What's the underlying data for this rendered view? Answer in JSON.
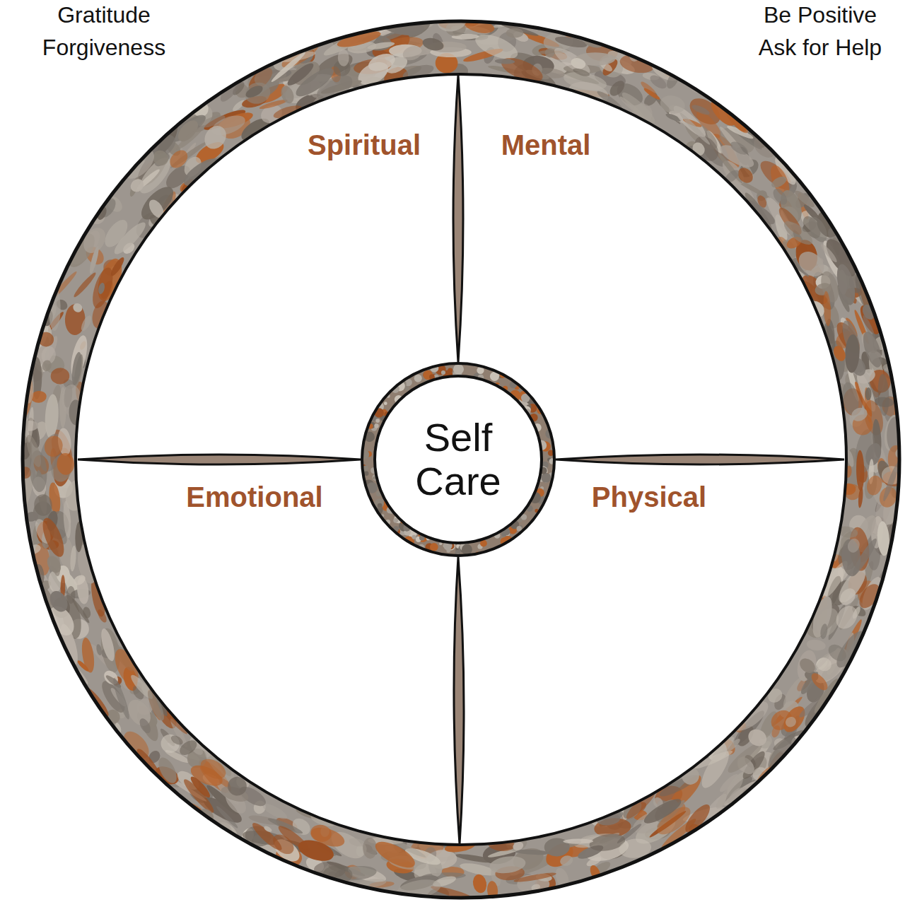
{
  "diagram": {
    "nodes": [
      {
        "text": [
          "Spiritual"
        ]
      },
      {
        "text": [
          "Mental"
        ]
      },
      {
        "text": [
          "Self Care"
        ]
      },
      {
        "text": [
          "Emotional"
        ]
      },
      {
        "text": [
          "Physical"
        ]
      }
    ],
    "labels": [
      "Gratitude",
      "Forgiveness",
      "Be Positive",
      "Ask for Help"
    ]
  }
}
